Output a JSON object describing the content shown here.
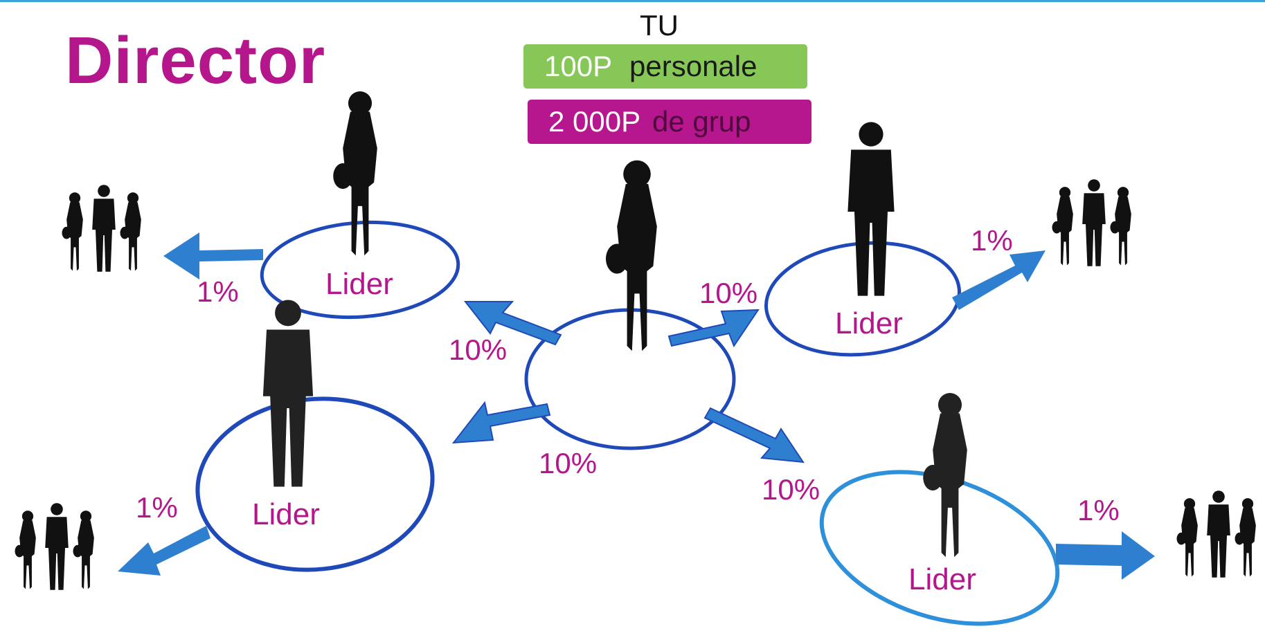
{
  "title": "Director",
  "center": {
    "label": "TU",
    "personal_value": "100P",
    "personal_label": "personale",
    "group_value": "2 000P",
    "group_label": "de grup"
  },
  "leader_label": "Lider",
  "percent_to_leader": "10%",
  "percent_from_leader": "1%",
  "colors": {
    "accent": "#b5168c",
    "badge_green": "#86c757",
    "badge_pink": "#b6178f",
    "ring_blue": "#1f49b8",
    "arrow_blue": "#2f7fd0"
  }
}
